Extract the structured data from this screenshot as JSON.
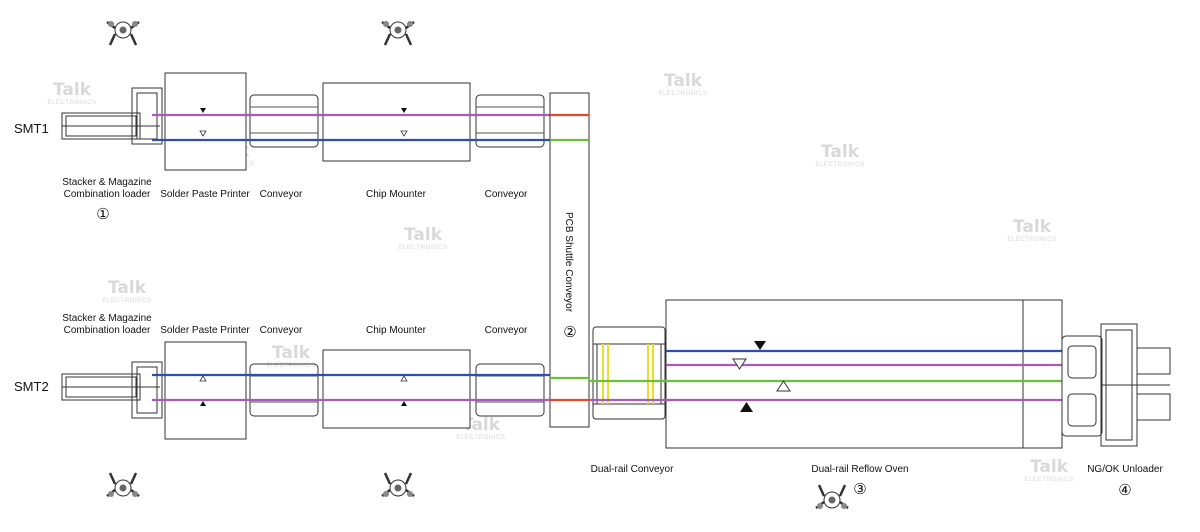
{
  "lines": {
    "smt1": "SMT1",
    "smt2": "SMT2"
  },
  "smt1": {
    "loader": [
      "Stacker & Magazine",
      "Combination loader"
    ],
    "printer": "Solder Paste Printer",
    "conveyor_a": "Conveyor",
    "mounter": "Chip Mounter",
    "conveyor_b": "Conveyor",
    "marker": "①"
  },
  "smt2": {
    "loader": [
      "Stacker & Magazine",
      "Combination loader"
    ],
    "printer": "Solder Paste Printer",
    "conveyor_a": "Conveyor",
    "mounter": "Chip Mounter",
    "conveyor_b": "Conveyor"
  },
  "shuttle": {
    "label": "PCB Shuttle Conveyor",
    "marker": "②"
  },
  "oven_section": {
    "conveyor": "Dual-rail Conveyor",
    "oven": "Dual-rail Reflow Oven",
    "oven_marker": "③",
    "unloader": "NG/OK Unloader",
    "unloader_marker": "④"
  },
  "watermark": {
    "logo": "Talk",
    "sub": "ELECTRONICS"
  },
  "colors": {
    "blue_rail": "#2f4fb0",
    "purple_rail": "#a65cb8",
    "green_rail": "#6cbf3c",
    "red_rail": "#e04a2a",
    "yellow_rail": "#e8df2a",
    "outline": "#333333",
    "watermark": "#d9d9d9"
  },
  "icons": [
    "operator-icon",
    "triangle-marker-icon"
  ]
}
